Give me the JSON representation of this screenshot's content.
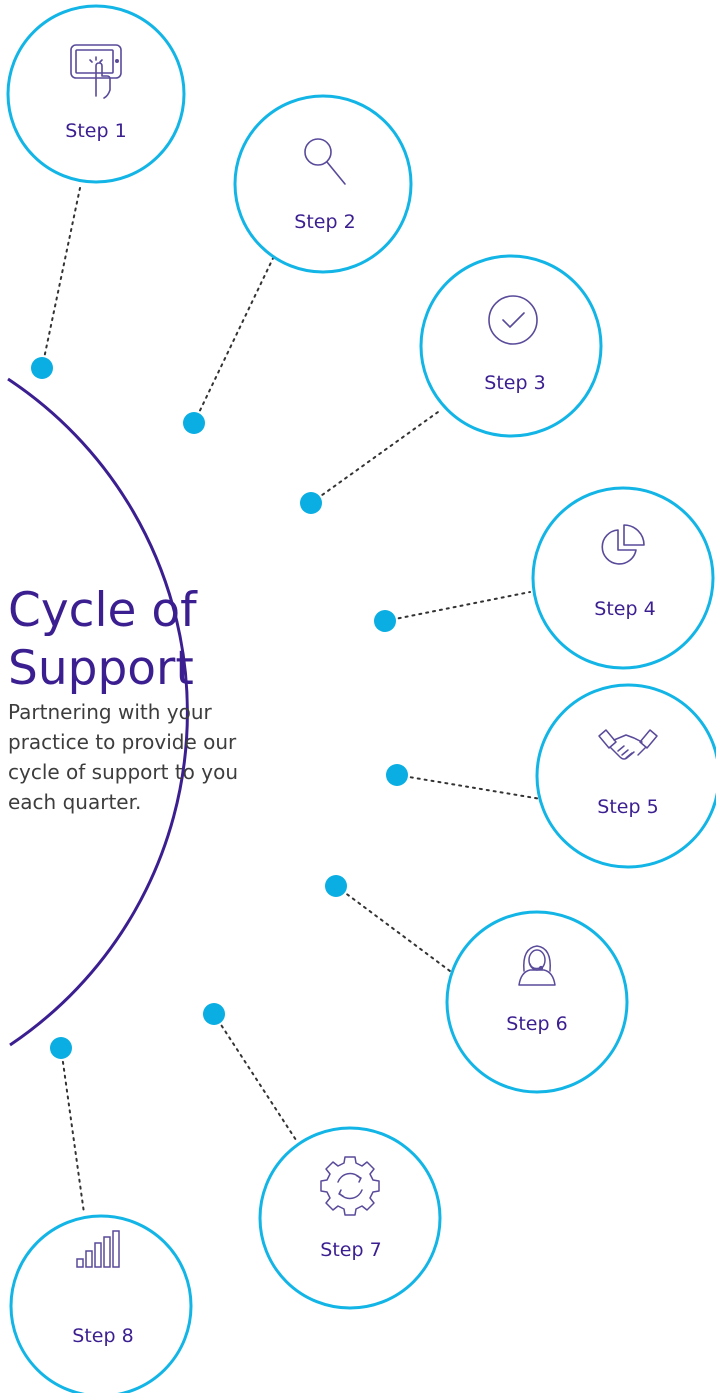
{
  "heading": {
    "title_lines": [
      "Cycle of",
      "Support"
    ],
    "description_lines": [
      "Partnering with your",
      "practice to provide our",
      "cycle of support to you",
      "each quarter."
    ]
  },
  "steps": [
    {
      "label": "Step 1",
      "icon": "tablet-touch-icon"
    },
    {
      "label": "Step 2",
      "icon": "magnifier-icon"
    },
    {
      "label": "Step 3",
      "icon": "check-circle-icon"
    },
    {
      "label": "Step 4",
      "icon": "pie-chart-icon"
    },
    {
      "label": "Step 5",
      "icon": "handshake-icon"
    },
    {
      "label": "Step 6",
      "icon": "support-agent-icon"
    },
    {
      "label": "Step 7",
      "icon": "gear-cycle-icon"
    },
    {
      "label": "Step 8",
      "icon": "bar-chart-icon"
    }
  ],
  "colors": {
    "arc": "#3b1f91",
    "node": "#0aaee3",
    "circle_border": "#12b5e5",
    "text": "#3b1f91",
    "icon": "#5a4a9a",
    "body_text": "#3d3d3d"
  }
}
